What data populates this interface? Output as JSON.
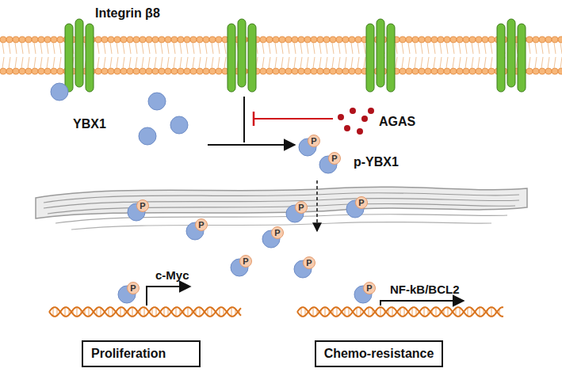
{
  "diagram": {
    "nodes": [
      {
        "text": [
          "Proliferation"
        ]
      },
      {
        "text": [
          "Chemo-resistance"
        ]
      }
    ],
    "labels": [
      "Integrin β8",
      "YBX1",
      "AGAS",
      "p-YBX1",
      "P",
      "P",
      "P",
      "P",
      "P",
      "P",
      "P",
      "P",
      "P",
      "P",
      "P",
      "c-Myc",
      "NF-kB/BCL2"
    ]
  }
}
